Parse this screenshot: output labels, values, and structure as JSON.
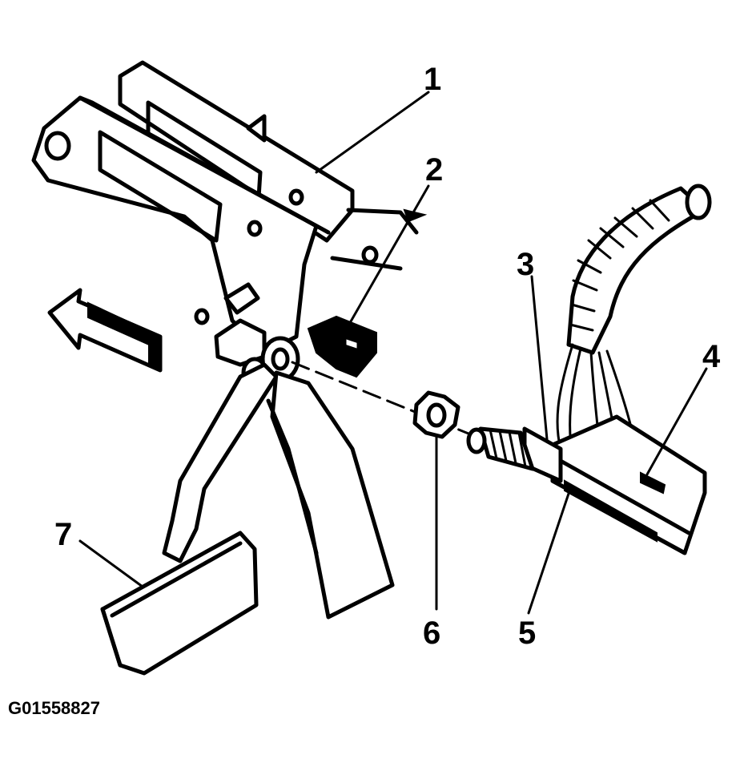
{
  "figure_id": "G01558827",
  "callouts": [
    {
      "id": "1",
      "text": "1"
    },
    {
      "id": "2",
      "text": "2"
    },
    {
      "id": "3",
      "text": "3"
    },
    {
      "id": "4",
      "text": "4"
    },
    {
      "id": "5",
      "text": "5"
    },
    {
      "id": "6",
      "text": "6"
    },
    {
      "id": "7",
      "text": "7"
    }
  ],
  "colors": {
    "ink": "#000000",
    "paper": "#ffffff"
  }
}
